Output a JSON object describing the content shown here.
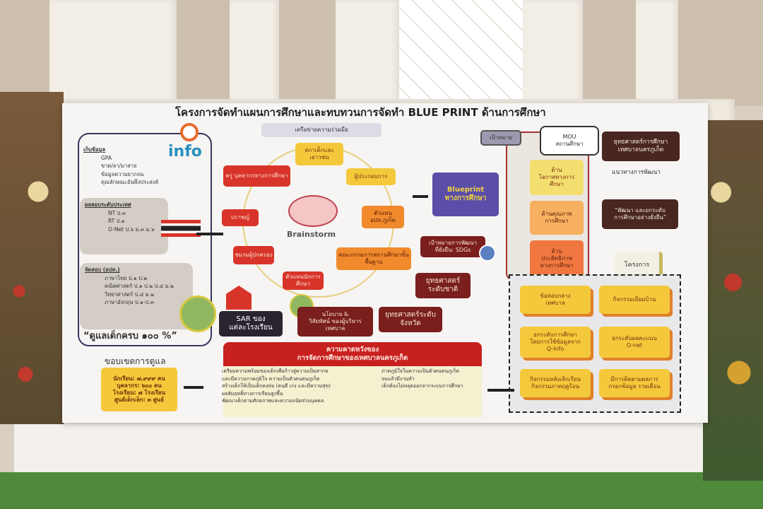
{
  "banner": {
    "title": "โครงการจัดทำแผนการศึกษาและทบทวนการจัดทำ BLUE PRINT ด้านการศึกษา",
    "info_logo": "info",
    "collect": {
      "heading": "เก็บข้อมูล",
      "items": [
        "GPA",
        "ขาด/ลา/มาสาย",
        "ข้อมูลความยากจน",
        "คุณลักษณะอันพึงประสงค์"
      ]
    },
    "national": {
      "heading": "ผลสอบระดับประเทศ",
      "items": [
        "NT ป.๓",
        "RT ป.๑",
        "O-Net ป.๖ ม.๓ ม.๖"
      ]
    },
    "local": {
      "heading": "จัดสอบ (อปท.)",
      "items": [
        "ภาษาไทย ป.๑ ป.๒",
        "คณิตศาสตร์ ป.๑ ป.๒ ป.๔ ม.๒",
        "วิทยาศาสตร์ ป.๔ ม.๒",
        "ภาษาอังกฤษ ป.๑-ป.๓"
      ]
    },
    "care_slogan": "“ดูแลเด็กครบ ๑๐๐ %”",
    "scope": {
      "heading": "ขอบเขตการดูแล",
      "items": [
        "นักเรียน: ๗,๙๙๙ คน",
        "บุคลากร: ๖๐๐ คน",
        "โรงเรียน: ๗ โรงเรียน",
        "ศูนย์เด็กเล็ก: ๓ ศูนย์"
      ]
    },
    "network": {
      "heading": "เครือข่ายความร่วมมือ",
      "center": "Brainstorm",
      "nodes": [
        "สภาเด็กและเยาวชน",
        "ผู้ประกอบการ",
        "ตัวแทน อปท.ภูเก็ต",
        "คณะกรรมการสถานศึกษาขั้นพื้นฐาน",
        "ตัวแทนนักการศึกษา",
        "ชมรมผู้ปกครอง",
        "ปราชญ์",
        "ครู บุคลากรทางการศึกษา"
      ]
    },
    "sar": "SAR ของ\nแต่ละโรงเรียน",
    "policy": "นโยบาย &\nวิสัยทัศน์ ของผู้บริหาร\nเทศบาล",
    "province": "ยุทธศาสตร์ระดับ\nจังหวัด",
    "national_strategy": "ยุทธศาสตร์\nระดับชาติ",
    "sdgs": "เป้าหมายการพัฒนา\nที่ยั่งยืน: SDGs",
    "blueprint": "Blueprint\nทางการศึกษา",
    "goal_label": "เป้าหมาย",
    "mou": "MOU\nสถานศึกษา",
    "goals": [
      "ด้าน\nโอกาสทางการ\nศึกษา",
      "ด้านคุณภาพ\nการศึกษา",
      "ด้าน\nประสิทธิภาพ\nทางการศึกษา"
    ],
    "strategy": "ยุทธศาสตร์การศึกษา\nเทศบาลนครภูเก็ต",
    "guideline": "แนวทางการพัฒนา",
    "develop": "“พัฒนา และยกระดับ\nการศึกษาอย่างยั่งยืน”",
    "projects_label": "โครงการ",
    "projects": [
      "ข้อสอบกลาง\nเทศบาล",
      "กิจกรรมเยี่ยมบ้าน",
      "ยกระดับการศึกษา\nโดยการใช้ข้อมูลจาก\nQ-info",
      "ยกระดับผลคะแนน\nO-net",
      "กิจกรรมหลังเลิกเรียน\nกิจกรรมภาคฤดูร้อน",
      "มีการติดตามผลการ\nกรอกข้อมูล รายเดือน"
    ],
    "expect": {
      "heading": "ความคาดหวังของ\nการจัดการศึกษาของเทศบาลนครภูเก็ต",
      "left": [
        "เตรียมความพร้อมของเด็กเพื่อก้าวสู่ความเป็นสากล",
        "และมีความภาคภูมิใจ ความเป็นตัวตนคนภูเก็ต",
        "สร้างเด็กให้เป็นเด็กคงท่อ (คนดี เก่ง และมีความสุข)",
        "ผลสัมฤทธิ์ทางการเรียนสูงขึ้น",
        "พัฒนาเด็กตามศักยภาพและความถนัดส่วนบุคคล"
      ],
      "right": [
        "ภาคภูมิใจในความเป็นตัวตนคนภูเก็ต",
        "จบแล้วมีงานทำ",
        "เด็กต้องไม่หลุดออกจากระบบการศึกษา"
      ]
    }
  }
}
